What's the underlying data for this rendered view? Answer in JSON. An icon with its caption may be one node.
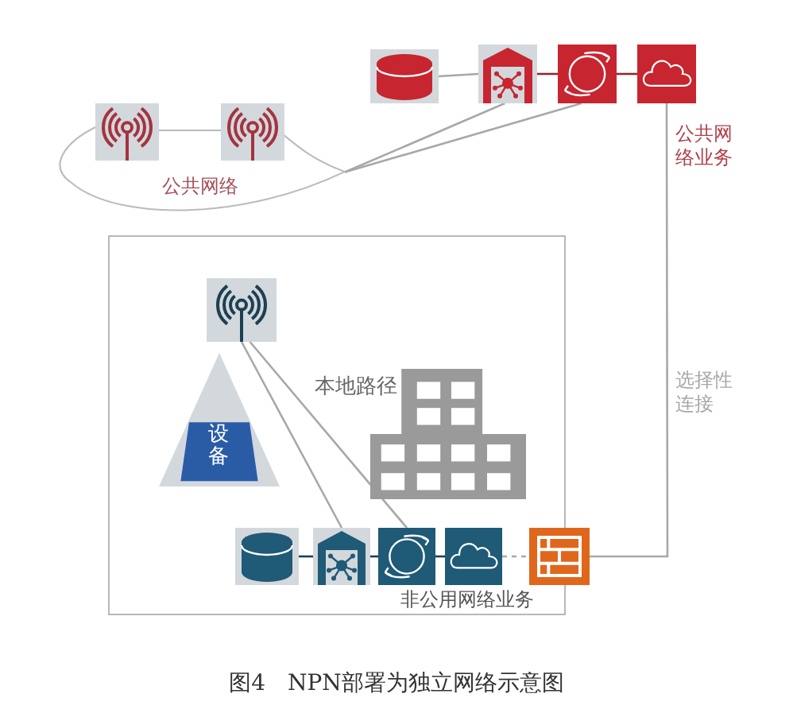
{
  "diagram": {
    "caption": "图4　NPN部署为独立网络示意图",
    "nodes": [
      {
        "text": [
          "公共网络"
        ]
      },
      {
        "text": [],
        "shape": "picture"
      },
      {
        "text": [],
        "shape": "picture"
      },
      {
        "text": [],
        "shape": "cylinder"
      },
      {
        "text": [],
        "shape": "picture"
      },
      {
        "text": [],
        "shape": "picture"
      },
      {
        "text": [],
        "shape": "cloud",
        "beside": [
          "公共网络业务"
        ]
      },
      {
        "text": [],
        "shape": "box"
      },
      {
        "text": [],
        "shape": "picture",
        "in": 7
      },
      {
        "text": [
          "设备"
        ],
        "in": 7
      },
      {
        "text": [],
        "shape": "picture",
        "in": 7
      },
      {
        "text": [],
        "shape": "cylinder",
        "in": 7
      },
      {
        "text": [],
        "shape": "picture",
        "in": 7
      },
      {
        "text": [],
        "shape": "picture",
        "in": 7
      },
      {
        "text": [],
        "shape": "cloud",
        "in": 7
      },
      {
        "text": [],
        "shape": "picture"
      }
    ],
    "edges": [
      {
        "from": 3,
        "to": 4,
        "arrow": "none"
      },
      {
        "from": 4,
        "to": 5,
        "arrow": "none",
        "color": "#8c2a30"
      },
      {
        "from": 5,
        "to": 6,
        "arrow": "none",
        "color": "#8c2a30"
      },
      {
        "from": 0,
        "to": 4,
        "arrow": "none"
      },
      {
        "from": 0,
        "to": 5,
        "arrow": "none"
      },
      {
        "from": 6,
        "to": 15,
        "arrow": "none"
      },
      {
        "from": 11,
        "to": 12,
        "arrow": "none",
        "color": "#1d3f52"
      },
      {
        "from": 12,
        "to": 13,
        "arrow": "none",
        "color": "#1d3f52"
      },
      {
        "from": 13,
        "to": 14,
        "arrow": "none",
        "color": "#1d3f52"
      },
      {
        "from": 14,
        "to": 15,
        "arrow": "none",
        "style": "dashed"
      },
      {
        "from": 8,
        "to": 12,
        "arrow": "none"
      },
      {
        "from": 8,
        "to": 13,
        "arrow": "none"
      }
    ],
    "labels": [
      "本地路径",
      "选择性连接",
      "非公用网络业务"
    ]
  }
}
